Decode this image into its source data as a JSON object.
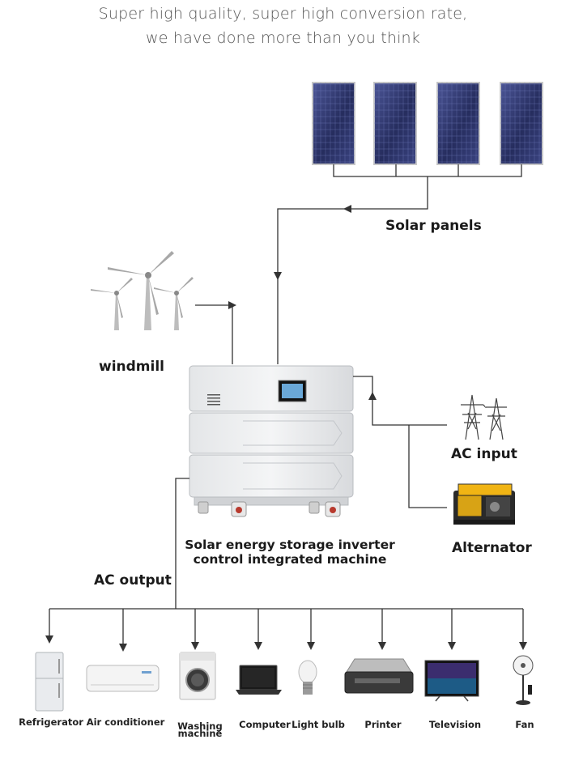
{
  "header": {
    "line1": "Super high quality, super high conversion rate,",
    "line2": "we have done more than you think"
  },
  "labels": {
    "solar_panels": "Solar panels",
    "windmill": "windmill",
    "ac_input": "AC input",
    "alternator": "Alternator",
    "inverter_line1": "Solar energy storage inverter",
    "inverter_line2": "control integrated machine",
    "ac_output": "AC output"
  },
  "appliances": [
    {
      "id": "refrigerator",
      "label": "Refrigerator"
    },
    {
      "id": "air-conditioner",
      "label": "Air conditioner"
    },
    {
      "id": "washing-machine",
      "label_line1": "Washing",
      "label_line2": "machine"
    },
    {
      "id": "computer",
      "label": "Computer"
    },
    {
      "id": "light-bulb",
      "label": "Light bulb"
    },
    {
      "id": "printer",
      "label": "Printer"
    },
    {
      "id": "television",
      "label": "Television"
    },
    {
      "id": "fan",
      "label": "Fan"
    }
  ],
  "colors": {
    "line": "#333333",
    "panel": "#2b3266",
    "headline": "#555555"
  }
}
